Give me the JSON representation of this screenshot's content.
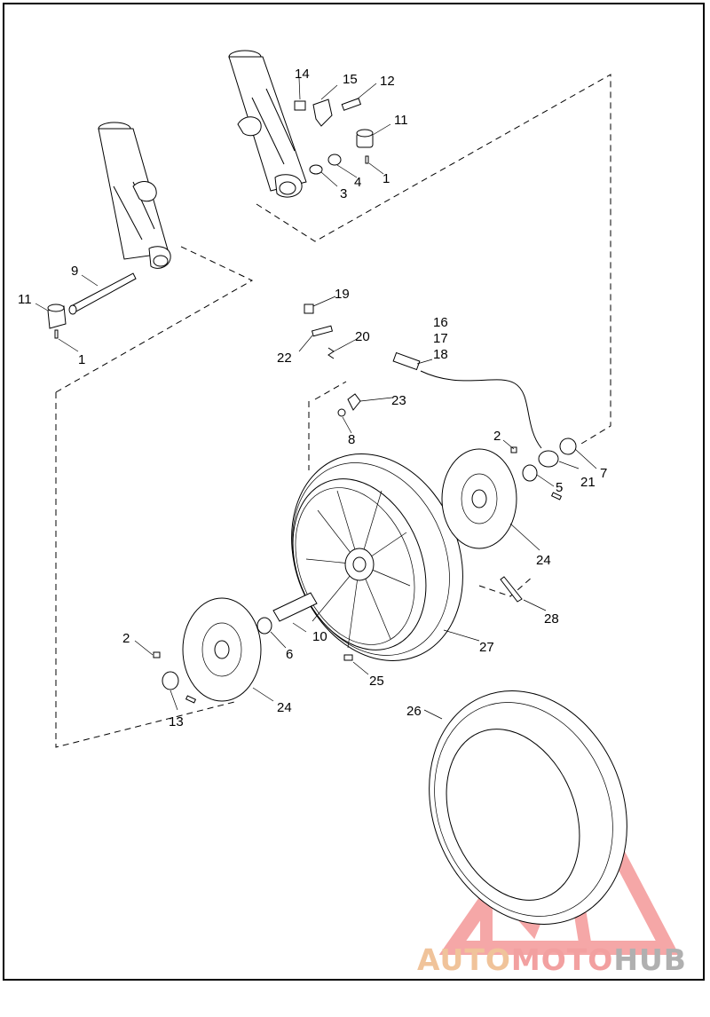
{
  "diagram": {
    "type": "exploded parts diagram",
    "subject": "front wheel assembly",
    "callouts": [
      "1",
      "1",
      "2",
      "2",
      "3",
      "4",
      "5",
      "6",
      "7",
      "8",
      "9",
      "10",
      "11",
      "11",
      "12",
      "13",
      "14",
      "15",
      "16",
      "17",
      "18",
      "19",
      "20",
      "21",
      "22",
      "23",
      "24",
      "24",
      "25",
      "26",
      "27",
      "28"
    ]
  },
  "watermark": {
    "word_1": "AUTO",
    "word_2": "MOTO",
    "word_3": "HUB",
    "colors": {
      "auto": "#f0c39a",
      "moto": "#f2a0a0",
      "hub": "#b0b0b0",
      "logo": "#f28a8a"
    }
  }
}
